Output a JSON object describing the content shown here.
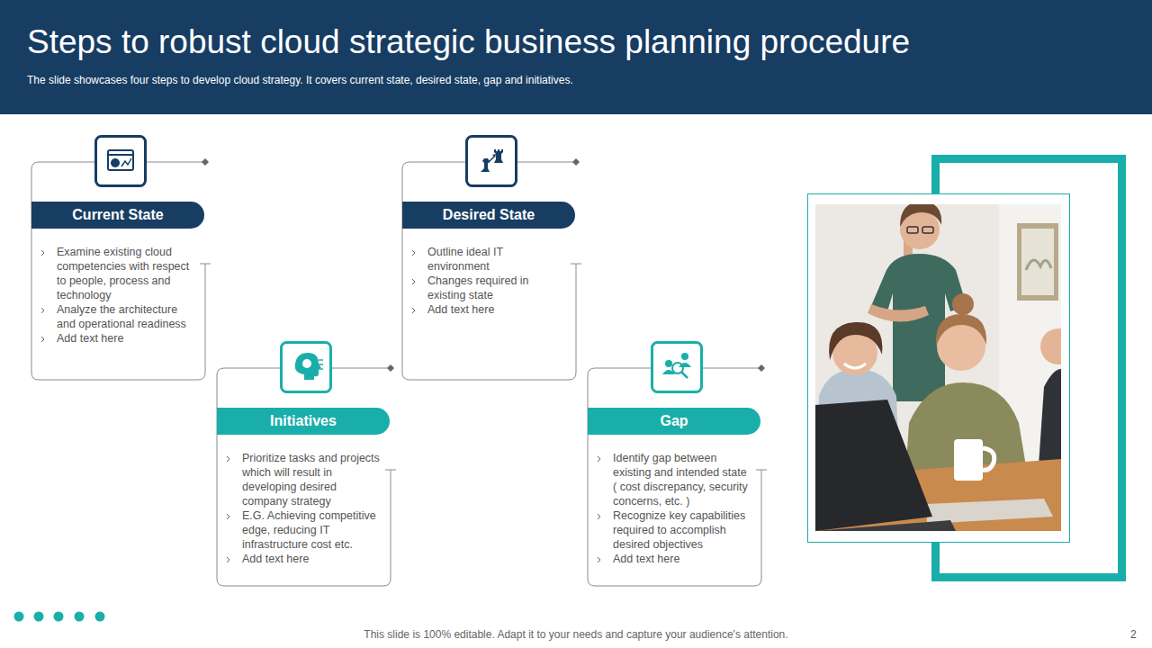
{
  "diagram": {
    "title": "Steps to robust cloud strategic business planning procedure",
    "caption": "The slide showcases four steps to develop cloud strategy. It covers current state, desired state, gap and initiatives.",
    "nodes": [
      {
        "text": [
          "Current State",
          "Examine existing cloud competencies with respect to people, process and technology",
          "Analyze the architecture and operational readiness",
          "Add text here"
        ]
      },
      {
        "text": [
          "Desired State",
          "Outline ideal IT environment",
          "Changes required in existing state",
          "Add text here"
        ]
      },
      {
        "text": [
          "Gap",
          "Identify gap between existing and intended state ( cost discrepancy, security concerns, etc. )",
          "Recognize key capabilities required to accomplish desired objectives",
          "Add text here"
        ]
      },
      {
        "text": [
          "Initiatives",
          "Prioritize tasks and projects which will result in developing desired company strategy",
          "E.G. Achieving competitive edge, reducing IT infrastructure cost etc.",
          "Add text here"
        ]
      }
    ],
    "labels": [
      "This slide is 100% editable. Adapt it to your needs and capture your audience's attention.",
      "2"
    ]
  }
}
